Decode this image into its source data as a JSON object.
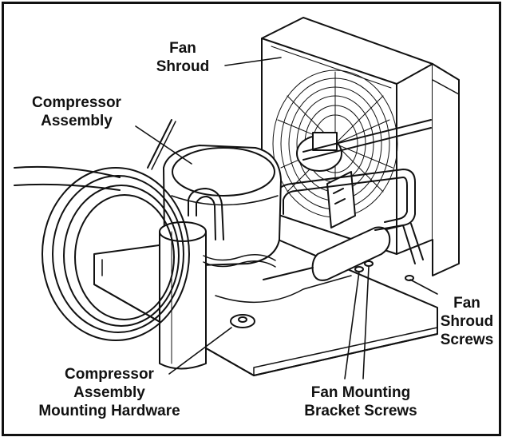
{
  "labels": {
    "fan_shroud": [
      "Fan",
      "Shroud"
    ],
    "compressor_assembly": [
      "Compressor",
      "Assembly"
    ],
    "fan_shroud_screws": [
      "Fan",
      "Shroud",
      "Screws"
    ],
    "compressor_mounting_hardware": [
      "Compressor",
      "Assembly",
      "Mounting Hardware"
    ],
    "fan_mounting_bracket_screws": [
      "Fan Mounting",
      "Bracket Screws"
    ]
  },
  "colors": {
    "ink": "#111111",
    "background": "#ffffff",
    "shade": "#bdbdbd"
  }
}
